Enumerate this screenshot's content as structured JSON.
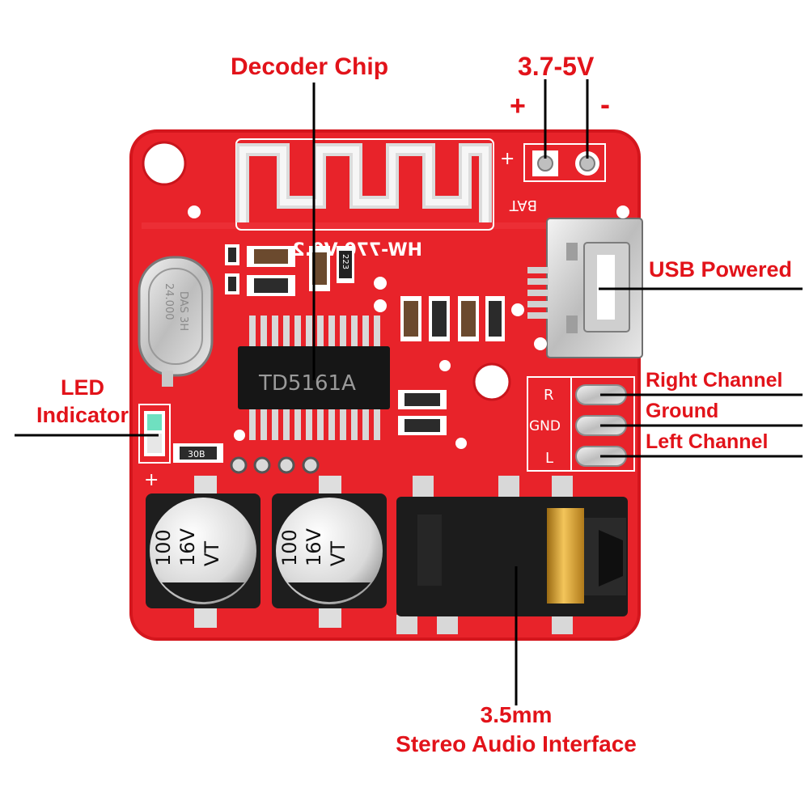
{
  "labels": {
    "decoder_chip": "Decoder Chip",
    "voltage": "3.7-5V",
    "plus": "+",
    "minus": "-",
    "usb_powered": "USB Powered",
    "led_indicator_line1": "LED",
    "led_indicator_line2": "Indicator",
    "right_channel": "Right Channel",
    "ground": "Ground",
    "left_channel": "Left Channel",
    "audio_line1": "3.5mm",
    "audio_line2": "Stereo Audio Interface"
  },
  "board": {
    "model": "HW-770 V0.2",
    "chip": "TD5161A",
    "bat": "BAT",
    "crystal_line1": "24.000",
    "crystal_line2": "DAS 3H",
    "pad_r": "R",
    "pad_gnd": "GND",
    "pad_l": "L",
    "cap1_line1": "100",
    "cap1_line2": "16V",
    "cap1_line3": "VT",
    "cap2_line1": "100",
    "cap2_line2": "16V",
    "cap2_line3": "VT",
    "resistor_223": "223",
    "resistor_30b": "30B",
    "silk_plus": "+"
  },
  "colors": {
    "label_red": "#e2131a",
    "pcb_red": "#e8232a",
    "pcb_dark": "#c8141c",
    "silkscreen": "#ffffff",
    "leader_line": "#000000"
  }
}
